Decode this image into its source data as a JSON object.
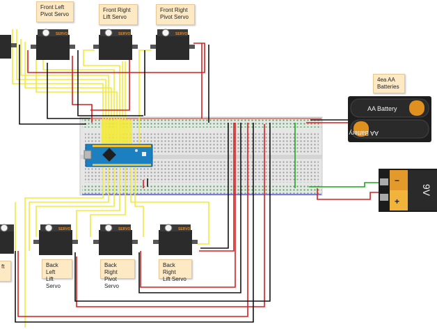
{
  "labels": {
    "front_left_pivot": "Front Left\nPivot Servo",
    "front_right_lift": "Front Right\nLift Servo",
    "front_right_pivot": "Front Right\nPivot Servo",
    "back_left_lift": "Back Left\nLift Servo",
    "back_right_pivot": "Back Right\nPivot Servo",
    "back_right_lift": "Back Right\nLift Servo",
    "partial_left_bottom": "ft",
    "batteries_note": "4ea AA\nBatteries"
  },
  "components": {
    "servo_brand": "SERVO",
    "aa_battery_label": "AA Battery",
    "battery_9v_label": "9V",
    "battery_minus": "−",
    "battery_plus": "+"
  },
  "colors": {
    "signal_wire": "#f2ea3a",
    "power_wire": "#d42020",
    "ground_wire": "#111111",
    "bus_wire": "#1fa51f",
    "breadboard": "#e4e4e4",
    "arduino": "#1c7fbf",
    "servo_body": "#2b2b2b",
    "note_bg": "#fde9c4"
  }
}
